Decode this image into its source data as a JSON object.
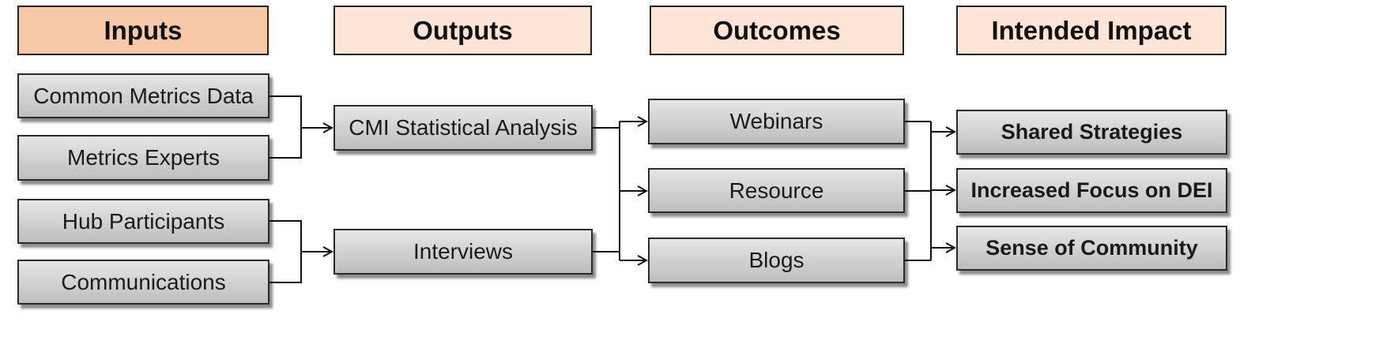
{
  "colors": {
    "inputs_header": "#f8c9a8",
    "header": "#fce4d6"
  },
  "headers": {
    "inputs": "Inputs",
    "outputs": "Outputs",
    "outcomes": "Outcomes",
    "impact": "Intended Impact"
  },
  "inputs": {
    "common_metrics_data": "Common Metrics Data",
    "metrics_experts": "Metrics Experts",
    "hub_participants": "Hub Participants",
    "communications": "Communications"
  },
  "outputs": {
    "cmi_statistical_analysis": "CMI Statistical Analysis",
    "interviews": "Interviews"
  },
  "outcomes": {
    "webinars": "Webinars",
    "resource": "Resource",
    "blogs": "Blogs"
  },
  "impact": {
    "shared_strategies": "Shared Strategies",
    "increased_focus_dei": "Increased Focus on DEI",
    "sense_of_community": "Sense of Community"
  }
}
